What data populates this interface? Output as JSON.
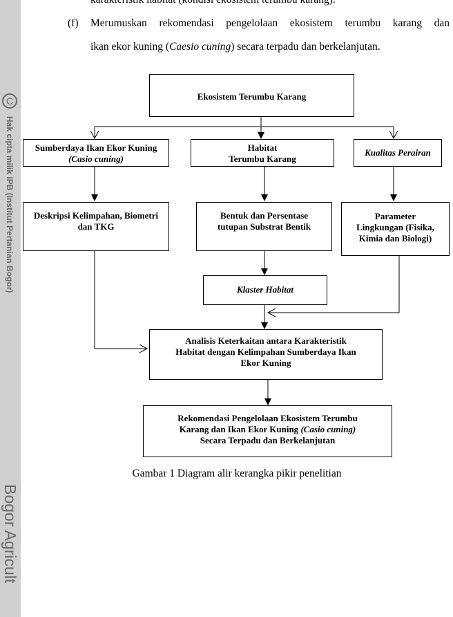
{
  "watermark": {
    "copyright_symbol": "C",
    "vertical_text_1": "Hak cipta milik IPB (Institut Pertanian Bogor)",
    "vertical_text_2": "Bogor Agricult"
  },
  "text": {
    "line_top": "karakteristik habitat (kondisi ekosistem terumbu karang).",
    "item_marker": "(f)",
    "item_line1": "Merumuskan rekomendasi pengelolaan ekosistem terumbu karang dan",
    "item_line2_pre": "ikan ekor kuning (",
    "item_line2_italic": "Caesio cuning",
    "item_line2_post": ") secara terpadu dan berkelanjutan."
  },
  "diagram": {
    "top": "Ekosistem Terumbu Karang",
    "col1_title_line1": "Sumberdaya Ikan Ekor Kuning",
    "col1_title_line2": "(Casio cuning)",
    "col2_title_line1": "Habitat",
    "col2_title_line2": "Terumbu Karang",
    "col3_title": "Kualitas Perairan",
    "col1_detail_line1": "Deskripsi Kelimpahan, Biometri",
    "col1_detail_line2": "dan TKG",
    "col2_detail_line1": "Bentuk dan Persentase",
    "col2_detail_line2": "tutupan Substrat Bentik",
    "col3_detail_line1": "Parameter",
    "col3_detail_line2": "Lingkungan (Fisika,",
    "col3_detail_line3": "Kimia dan Biologi)",
    "cluster": "Klaster Habitat",
    "analysis_line1": "Analisis Keterkaitan antara Karakteristik",
    "analysis_line2": "Habitat dengan Kelimpahan Sumberdaya Ikan",
    "analysis_line3": "Ekor Kuning",
    "recommend_line1": "Rekomendasi Pengelolaan Ekosistem Terumbu",
    "recommend_line2_pre": "Karang dan Ikan Ekor Kuning ",
    "recommend_line2_italic": "(Casio cuning)",
    "recommend_line3": "Secara Terpadu dan Berkelanjutan"
  },
  "caption": "Gambar 1 Diagram alir kerangka pikir penelitian"
}
